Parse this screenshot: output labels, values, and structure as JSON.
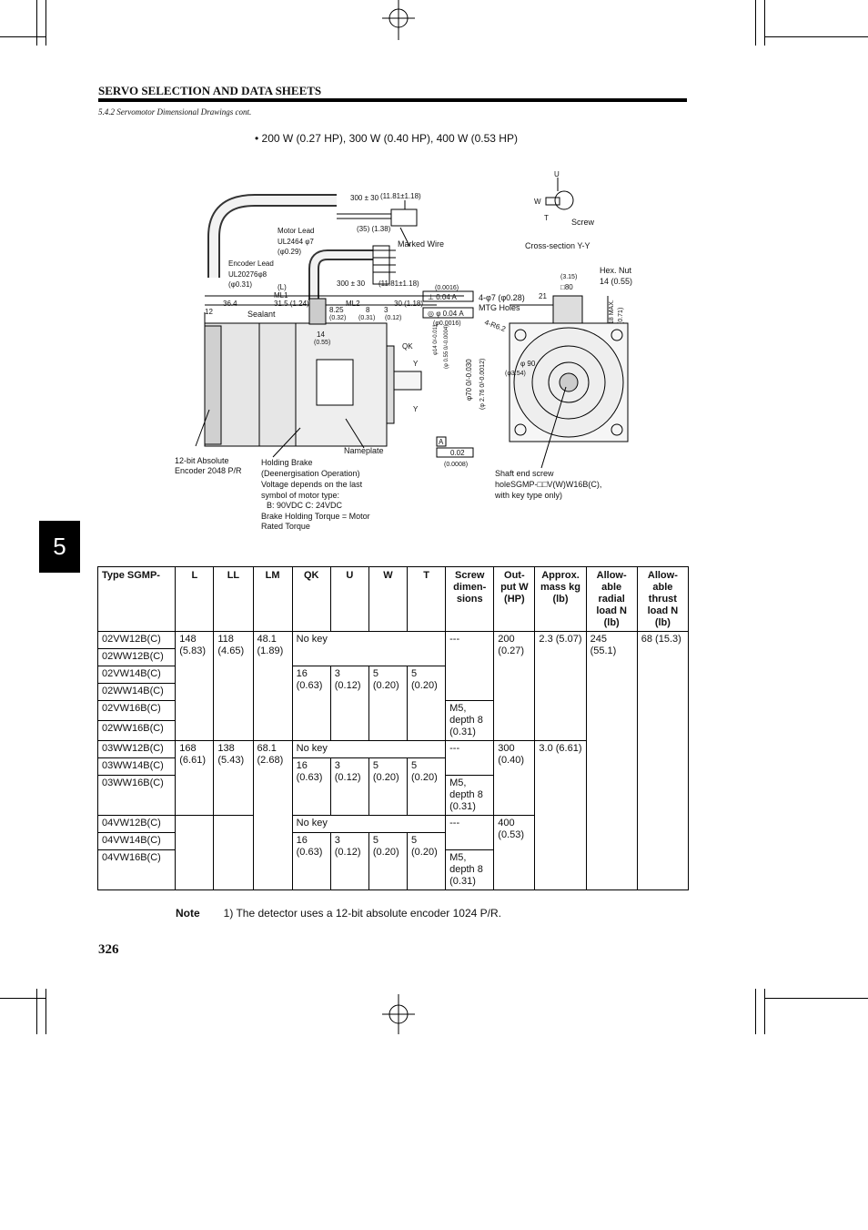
{
  "header": {
    "section_title": "SERVO SELECTION AND DATA SHEETS",
    "subsection": "5.4.2 Servomotor Dimensional Drawings cont."
  },
  "bullet": "• 200 W (0.27 HP), 300 W (0.40 HP), 400 W (0.53 HP)",
  "chapter_tab": "5",
  "drawing": {
    "labels": {
      "cable_len": "300 ± 30",
      "cable_len_in": "(11.81±1.18)",
      "motor_lead": "Motor Lead",
      "ul2464": "UL2464 φ7",
      "ul2464_in": "(φ0.29)",
      "d35": "(35) (1.38)",
      "marked_wire": "Marked Wire",
      "encoder_lead": "Encoder Lead",
      "ul20276": "UL20276φ8",
      "ul20276_in": "(φ0.31)",
      "l": "(L)",
      "ml1": "ML1",
      "dim_36_4": "36.4",
      "dim_31_5": "31.5 (1.24)",
      "ml2": "ML2",
      "dim_30": "30 (1.18)",
      "dim_12": "12",
      "sealant": "Sealant",
      "dim_8_25": "8.25",
      "dim_8_25_in": "(0.32)",
      "dim_8": "8",
      "dim_8_in": "(0.31)",
      "dim_3": "3",
      "dim_3_in": "(0.12)",
      "dim_14": "14",
      "dim_14_in": "(0.55)",
      "qk": "QK",
      "y_top": "Y",
      "y_bot": "Y",
      "tol_0016": "(0.0016)",
      "perp": "⊥  0.04  A",
      "conc": "◎  φ 0.04  A",
      "conc_in": "(φ0.0016)",
      "shaft_dia": "φ14 0/-0.011",
      "shaft_dia_in": "(φ 0.55 0/-0.0004)",
      "pilot_dia": "φ70 0/-0.030",
      "pilot_dia_in": "(φ 2.76 0/-0.0012)",
      "datum_a": "A",
      "flat": "0.02",
      "flat_in": "(0.0008)",
      "nameplate": "Nameplate",
      "encoder": "12-bit Absolute",
      "encoder2": "Encoder 2048 P/R",
      "brake1": "Holding Brake",
      "brake2": "(Deenergisation Operation)",
      "brake3": "Voltage depends on the last",
      "brake4": "symbol of motor type:",
      "brake5": "B: 90VDC   C: 24VDC",
      "brake6": "Brake Holding Torque = Motor",
      "brake7": "Rated Torque",
      "u": "U",
      "w": "W",
      "t": "T",
      "screw": "Screw",
      "cross": "Cross-section Y-Y",
      "d3_15": "(3.15)",
      "sq80": "□80",
      "hexnut": "Hex. Nut",
      "hexnut2": "14 (0.55)",
      "mtg1": "4-φ7 (φ0.28)",
      "mtg2": "MTG Holes",
      "d21": "21",
      "r6_2": "4-R6.2",
      "d18max": "18 MAX.",
      "d18max_in": "(0.71)",
      "phi90": "φ 90",
      "phi90_in": "(φ3.54)",
      "shaftscrew1": "Shaft end screw",
      "shaftscrew2": "holeSGMP-□□V(W)W16B(C),",
      "shaftscrew3": "with key type only)"
    }
  },
  "table": {
    "headers": [
      "Type SGMP-",
      "L",
      "LL",
      "LM",
      "QK",
      "U",
      "W",
      "T",
      "Screw dimen- sions",
      "Out- put W (HP)",
      "Approx. mass kg (lb)",
      "Allow- able radial load N (lb)",
      "Allow- able thrust load N (lb)"
    ],
    "types": [
      "02VW12B(C)",
      "02WW12B(C)",
      "02VW14B(C)",
      "02WW14B(C)",
      "02VW16B(C)",
      "02WW16B(C)",
      "03WW12B(C)",
      "03WW14B(C)",
      "03WW16B(C)",
      "04VW12B(C)",
      "04VW14B(C)",
      "04VW16B(C)"
    ],
    "g02": {
      "L": "148 (5.83)",
      "LL": "118 (4.65)",
      "LM": "48.1 (1.89)",
      "out": "200 (0.27)",
      "mass": "2.3 (5.07)"
    },
    "g03": {
      "L": "168 (6.61)",
      "LL": "138 (5.43)",
      "LM": "68.1 (2.68)",
      "out": "300 (0.40)",
      "mass": "3.0 (6.61)"
    },
    "g04": {
      "out": "400 (0.53)"
    },
    "radial": "245 (55.1)",
    "thrust": "68 (15.3)",
    "nokey": "No key",
    "qk": "16 (0.63)",
    "u": "3 (0.12)",
    "w": "5 (0.20)",
    "t": "5 (0.20)",
    "dash": "---",
    "m5": "M5, depth 8 (0.31)"
  },
  "note": {
    "label": "Note",
    "text": "1) The detector uses a 12-bit absolute encoder 1024 P/R."
  },
  "page_number": "326"
}
